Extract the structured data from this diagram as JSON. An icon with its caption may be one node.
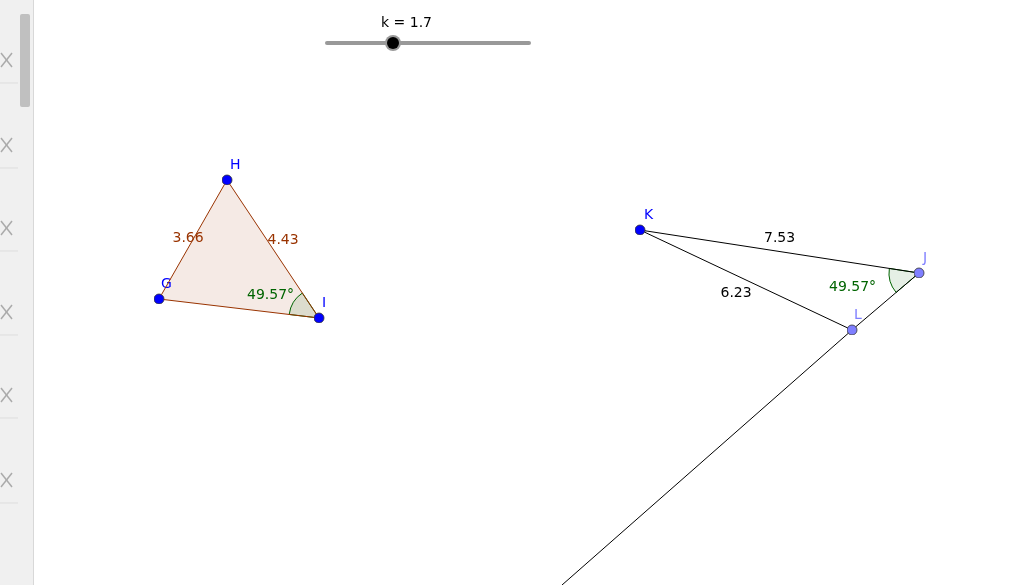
{
  "diagram": {
    "nodes": [
      {
        "text": [
          "G"
        ]
      },
      {
        "text": [
          "H"
        ]
      },
      {
        "text": [
          "I"
        ]
      },
      {
        "text": [
          "K"
        ]
      },
      {
        "text": [
          "J"
        ]
      },
      {
        "text": [
          "L"
        ]
      }
    ],
    "edges": [
      {
        "from": 0,
        "to": 1,
        "arrow": "none",
        "label": "3.66",
        "color": "#993300"
      },
      {
        "from": 1,
        "to": 2,
        "arrow": "none",
        "label": "4.43",
        "color": "#993300"
      },
      {
        "from": 2,
        "to": 0,
        "arrow": "none",
        "color": "#993300"
      },
      {
        "from": 3,
        "to": 4,
        "arrow": "none",
        "label": "7.53"
      },
      {
        "from": 3,
        "to": 5,
        "arrow": "none",
        "label": "6.23"
      },
      {
        "from": 4,
        "to": 5,
        "arrow": "none"
      },
      {
        "from": 5,
        "to": null,
        "arrow": "none"
      }
    ],
    "labels": [
      "k = 1.7",
      "49.57°",
      "49.57°"
    ]
  }
}
